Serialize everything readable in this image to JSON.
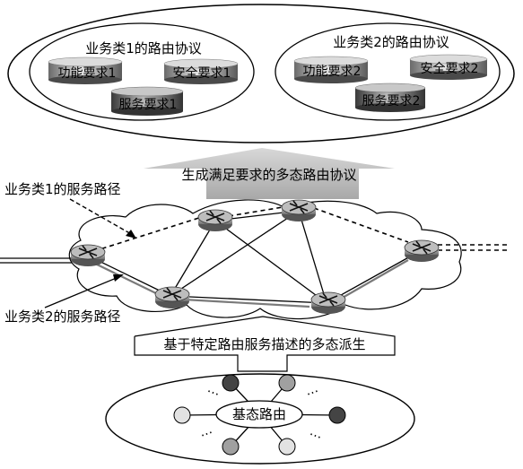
{
  "top_panel": {
    "protocol1": {
      "title": "业务类1的路由协议",
      "functional": "功能要求1",
      "security": "安全要求1",
      "service": "服务要求1"
    },
    "protocol2": {
      "title": "业务类2的路由协议",
      "functional": "功能要求2",
      "security": "安全要求2",
      "service": "服务要求2"
    }
  },
  "arrow_label": "生成满足要求的多态路由协议",
  "network": {
    "path1_label": "业务类1的服务路径",
    "path2_label": "业务类2的服务路径"
  },
  "derive_label": "基于特定路由服务描述的多态派生",
  "bottom": {
    "center_label": "基态路由",
    "ellipsis": "⋯"
  },
  "colors": {
    "router_body": "#9a9a9a",
    "dark_node": "#444444",
    "gray_node": "#a0a0a0",
    "light_node": "#e2e2e2",
    "big_arrow": "#b5b5b5"
  }
}
